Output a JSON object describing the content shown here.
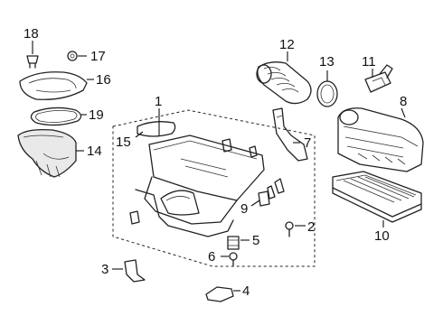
{
  "callouts": {
    "c1": "1",
    "c2": "2",
    "c3": "3",
    "c4": "4",
    "c5": "5",
    "c6": "6",
    "c7": "7",
    "c8": "8",
    "c9": "9",
    "c10": "10",
    "c11": "11",
    "c12": "12",
    "c13": "13",
    "c14": "14",
    "c15": "15",
    "c16": "16",
    "c17": "17",
    "c18": "18",
    "c19": "19"
  },
  "colors": {
    "line": "#111111",
    "shade": "#e9e9e9"
  }
}
